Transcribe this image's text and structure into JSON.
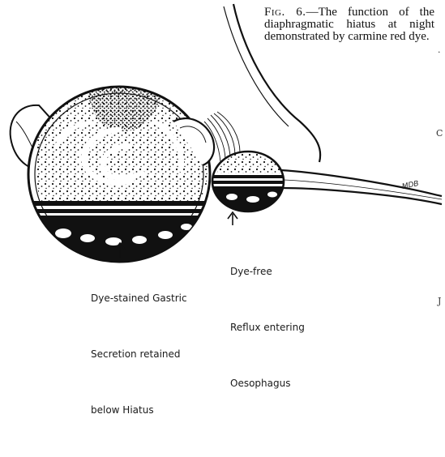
{
  "caption": {
    "label": "Fig. 6.",
    "text": "—The function of the diaphragmatic hiatus at night demonstrated by carmine red dye."
  },
  "annotations": {
    "left": {
      "lines": [
        "Dye-stained Gastric",
        "Secretion retained",
        "below Hiatus"
      ]
    },
    "right": {
      "lines": [
        "Dye-free",
        "Reflux entering",
        "Oesophagus"
      ]
    }
  },
  "signature": "MDB",
  "edge_marks": {
    "top": "·",
    "mid": "C",
    "bottom": "J"
  },
  "colors": {
    "ink": "#111111",
    "background": "#ffffff"
  }
}
